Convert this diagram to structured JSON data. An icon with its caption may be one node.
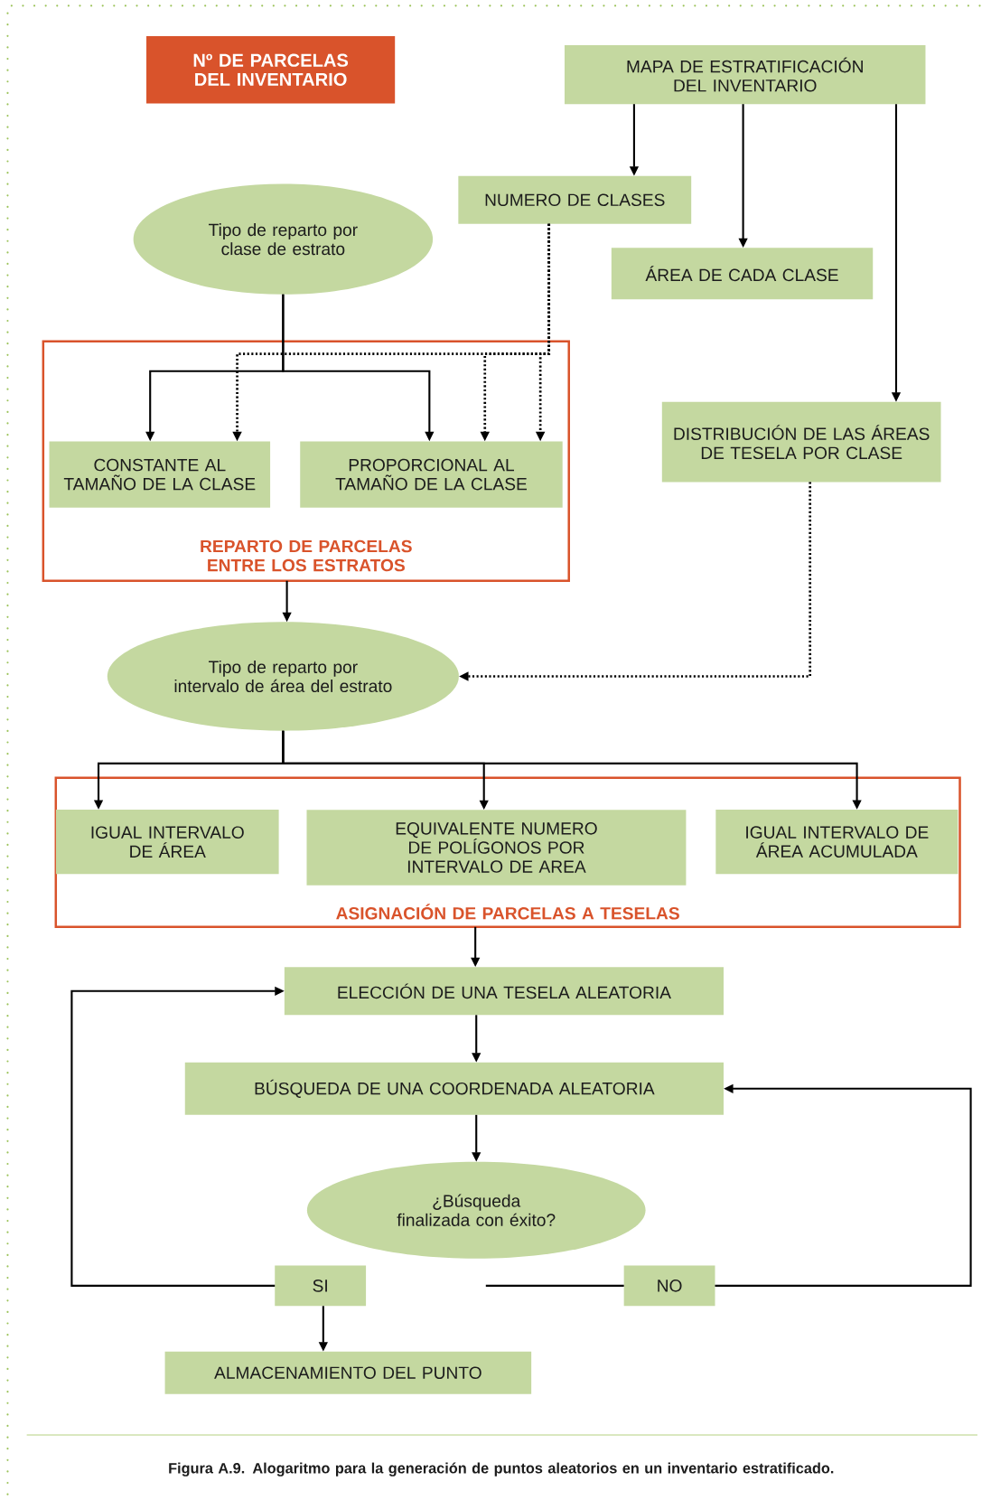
{
  "diagram": {
    "caption": "Figura A.9. Alogaritmo para la generación de puntos aleatorios en un inventario estratificado.",
    "nodes": [
      {
        "text": [
          "Nº DE PARCELAS DEL INVENTARIO"
        ]
      },
      {
        "text": [
          "MAPA DE ESTRATIFICACIÓN DEL INVENTARIO"
        ]
      },
      {
        "text": [
          "NUMERO DE CLASES"
        ]
      },
      {
        "text": [
          "Tipo de reparto por clase de estrato"
        ]
      },
      {
        "text": [
          "ÁREA DE CADA CLASE"
        ]
      },
      {
        "text": [
          "REPARTO DE PARCELAS ENTRE LOS ESTRATOS"
        ]
      },
      {
        "text": [
          "CONSTANTE AL TAMAÑO DE LA CLASE"
        ],
        "in": 5
      },
      {
        "text": [
          "PROPORCIONAL AL TAMAÑO DE LA CLASE"
        ],
        "in": 5
      },
      {
        "text": [
          "DISTRIBUCIÓN DE LAS ÁREAS DE TESELA POR CLASE"
        ]
      },
      {
        "text": [
          "Tipo de reparto por intervalo de área del estrato"
        ]
      },
      {
        "text": [
          "ASIGNACIÓN DE PARCELAS A TESELAS"
        ]
      },
      {
        "text": [
          "IGUAL INTERVALO DE ÁREA"
        ],
        "in": 10
      },
      {
        "text": [
          "EQUIVALENTE NUMERO DE POLÍGONOS POR INTERVALO DE AREA"
        ],
        "in": 10
      },
      {
        "text": [
          "IGUAL INTERVALO DE ÁREA ACUMULADA"
        ],
        "in": 10
      },
      {
        "text": [
          "ELECCIÓN DE UNA TESELA ALEATORIA"
        ]
      },
      {
        "text": [
          "BÚSQUEDA DE UNA COORDENADA ALEATORIA"
        ]
      },
      {
        "text": [
          "¿Búsqueda finalizada con éxito?"
        ]
      },
      {
        "text": [
          "SI"
        ]
      },
      {
        "text": [
          "NO"
        ]
      },
      {
        "text": [
          "ALMACENAMIENTO DEL PUNTO"
        ]
      }
    ],
    "edges": [
      {
        "from": 1,
        "to": 2,
        "arrow": "to"
      },
      {
        "from": 1,
        "to": 4,
        "arrow": "to"
      },
      {
        "from": 1,
        "to": 8,
        "arrow": "to"
      },
      {
        "from": 3,
        "to": 6,
        "arrow": "to"
      },
      {
        "from": 3,
        "to": 7,
        "arrow": "to"
      },
      {
        "from": 2,
        "to": 6,
        "arrow": "to",
        "style": "dashed"
      },
      {
        "from": 2,
        "to": 7,
        "arrow": "to",
        "style": "dashed"
      },
      {
        "from": 2,
        "to": 7,
        "arrow": "to",
        "style": "dashed"
      },
      {
        "from": 5,
        "to": 9,
        "arrow": "to"
      },
      {
        "from": 8,
        "to": 9,
        "arrow": "to",
        "style": "dashed"
      },
      {
        "from": 9,
        "to": 11,
        "arrow": "to"
      },
      {
        "from": 9,
        "to": 12,
        "arrow": "to"
      },
      {
        "from": 9,
        "to": 13,
        "arrow": "to"
      },
      {
        "from": 10,
        "to": 14,
        "arrow": "to"
      },
      {
        "from": 14,
        "to": 15,
        "arrow": "to"
      },
      {
        "from": 15,
        "to": 16,
        "arrow": "to"
      },
      {
        "from": 17,
        "to": 14,
        "arrow": "to"
      },
      {
        "from": 18,
        "to": 15,
        "arrow": "to"
      },
      {
        "from": null,
        "to": 18,
        "arrow": "none"
      },
      {
        "from": 17,
        "to": 19,
        "arrow": "to"
      }
    ]
  }
}
